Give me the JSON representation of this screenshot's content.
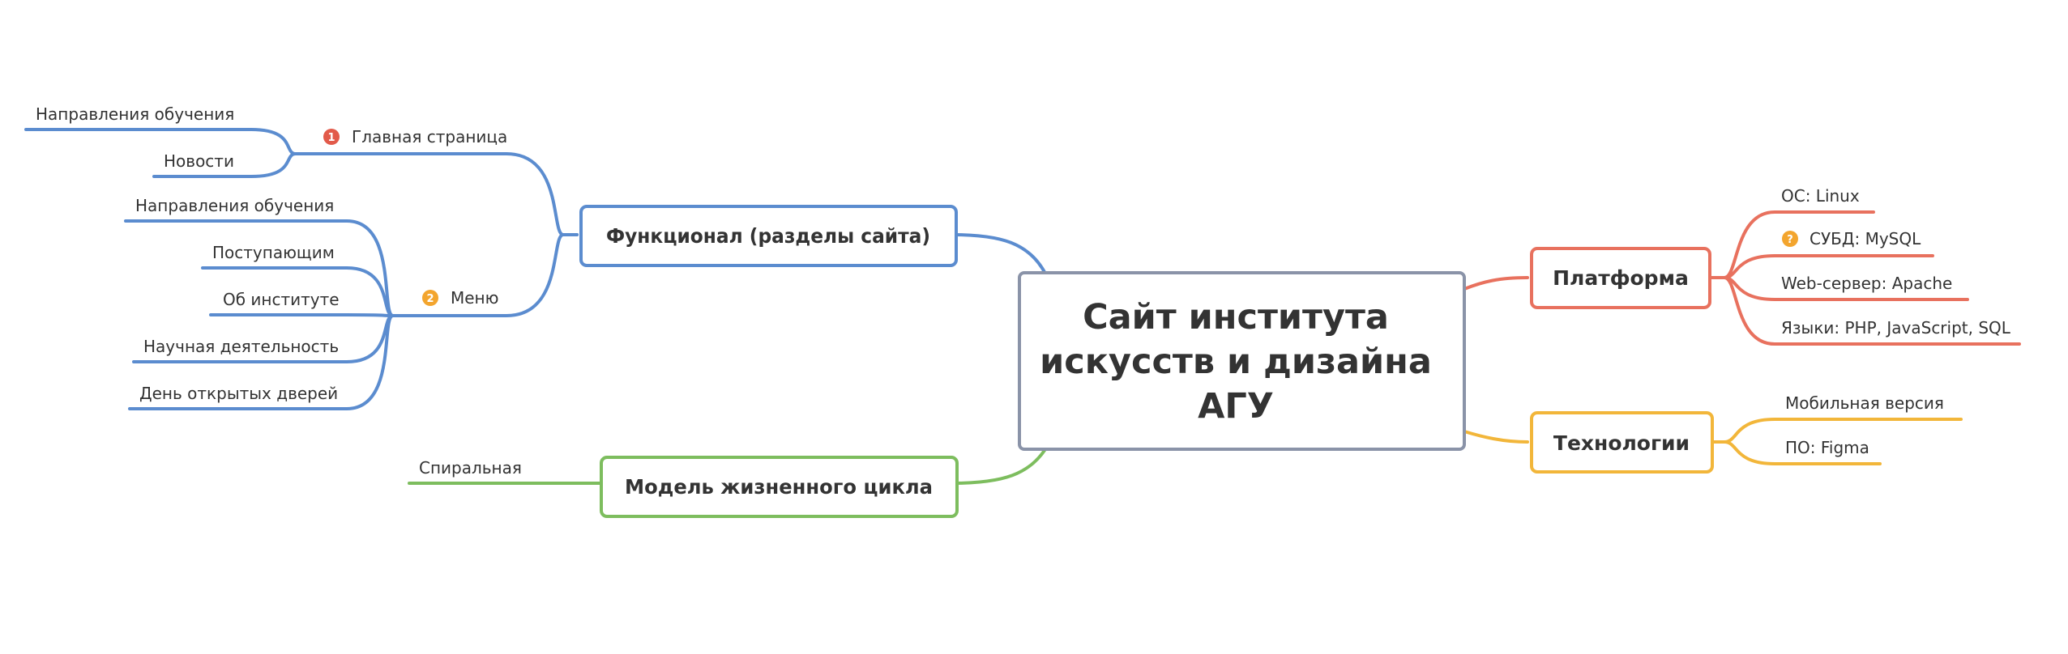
{
  "colors": {
    "center_border": "#8a93a8",
    "blue": "#5b8ccf",
    "green": "#7dbd5e",
    "red": "#e8715e",
    "orange": "#f2b63a",
    "marker_red": "#e25a4a",
    "marker_orange": "#f3a52e",
    "text": "#333333"
  },
  "center": {
    "line1": "Сайт института",
    "line2": "искусств и дизайна",
    "line3": "АГУ"
  },
  "branches": {
    "functional": {
      "label": "Функционал (разделы сайта)",
      "home": {
        "marker": "1",
        "label": "Главная страница",
        "children": [
          "Направления обучения",
          "Новости"
        ]
      },
      "menu": {
        "marker": "2",
        "label": "Меню",
        "children": [
          "Направления обучения",
          "Поступающим",
          "Об институте",
          "Научная деятельность",
          "День открытых дверей"
        ]
      }
    },
    "lifecycle": {
      "label": "Модель жизненного цикла",
      "children": [
        "Спиральная"
      ]
    },
    "platform": {
      "label": "Платформа",
      "children": [
        {
          "label": "ОС: Linux"
        },
        {
          "label": "СУБД: MySQL",
          "marker": "?"
        },
        {
          "label": "Web-сервер: Apache"
        },
        {
          "label": "Языки: PHP, JavaScript, SQL"
        }
      ]
    },
    "technologies": {
      "label": "Технологии",
      "children": [
        "Мобильная версия",
        "ПО: Figma"
      ]
    }
  }
}
